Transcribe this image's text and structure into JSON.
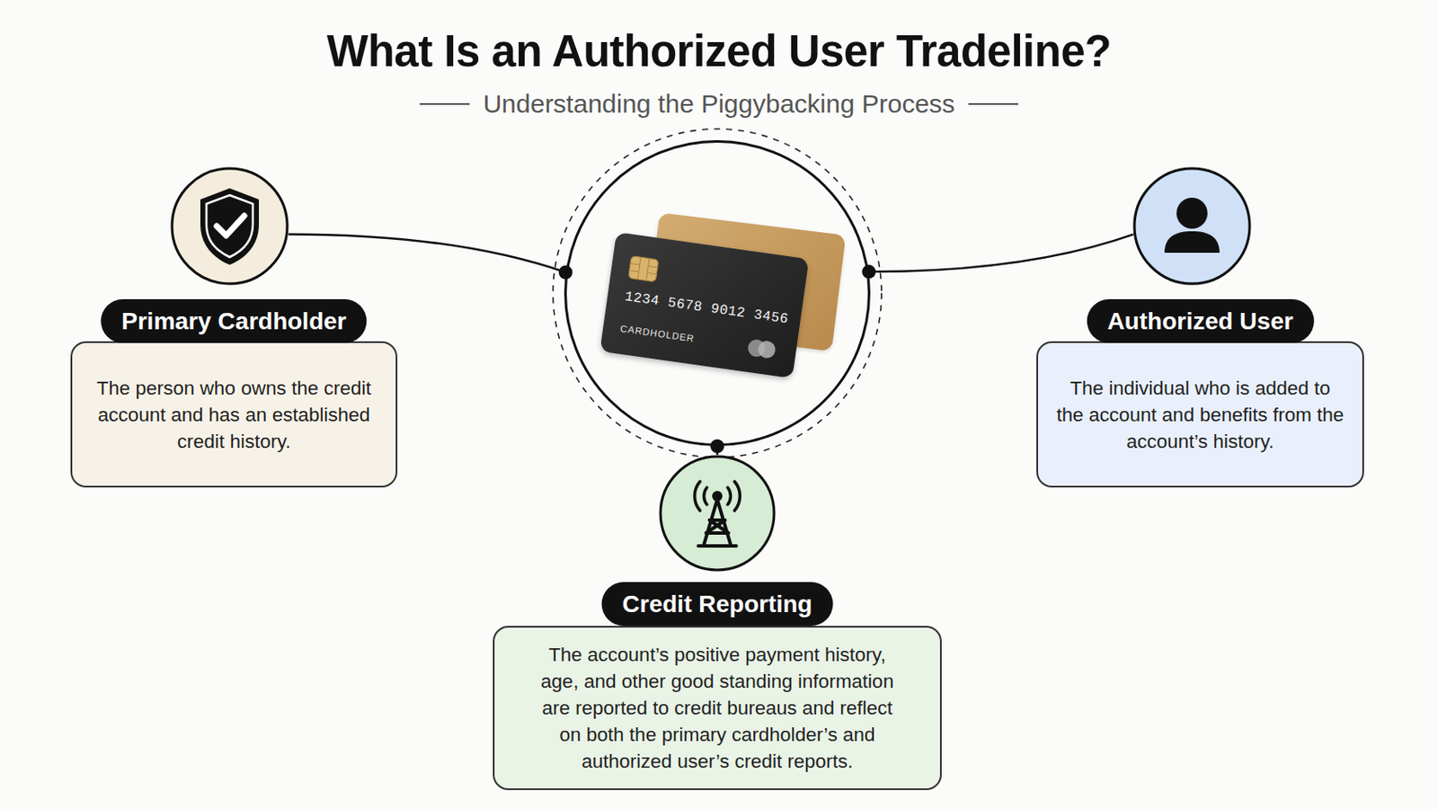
{
  "diagram": {
    "title": "What Is an Authorized User Tradeline?",
    "nodes": [
      {
        "text": [
          "Primary Cardholder",
          "The person who owns the credit account and has an established credit history."
        ]
      },
      {
        "text": [
          "1234 5678 9012 3456",
          "CARDHOLDER"
        ]
      },
      {
        "text": [
          "Authorized User",
          "The individual who is added to the account and benefits from the account’s history."
        ]
      },
      {
        "text": [
          "Credit Reporting",
          "The account’s positive payment history, age, and other good standing information are reported to credit bureaus and reflect on both the primary cardholder’s and authorized user’s credit reports."
        ]
      }
    ],
    "edges": [
      {
        "from": 0,
        "to": 1,
        "arrow": "none"
      },
      {
        "from": 1,
        "to": 2,
        "arrow": "none"
      },
      {
        "from": 1,
        "to": 3,
        "arrow": "none"
      }
    ],
    "labels": [
      "Understanding the Piggybacking Process"
    ]
  }
}
